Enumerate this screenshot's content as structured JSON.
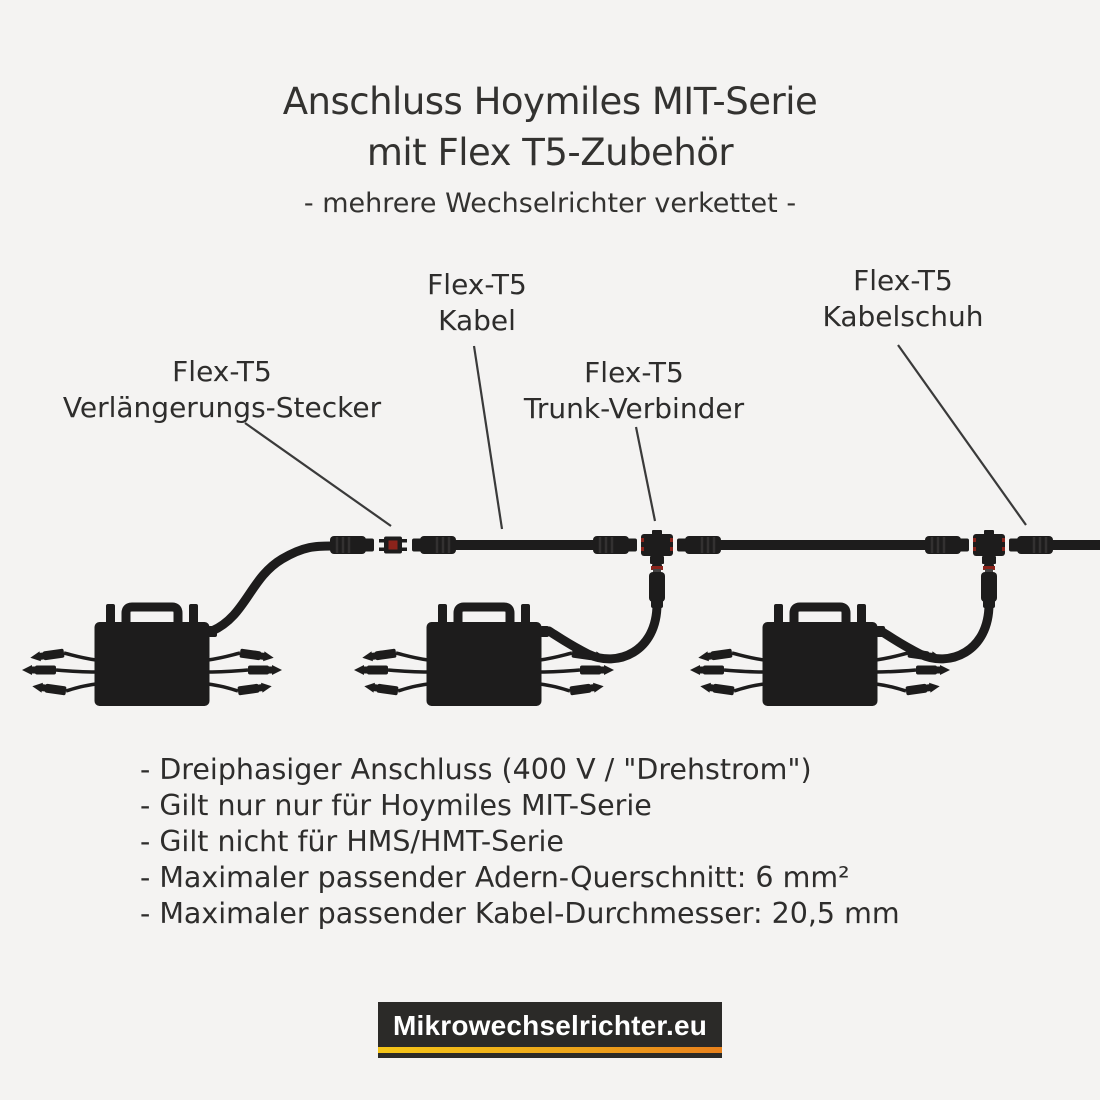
{
  "header": {
    "title_line1": "Anschluss Hoymiles MIT-Serie",
    "title_line2": "mit Flex T5-Zubehör",
    "subtitle": "- mehrere Wechselrichter verkettet -"
  },
  "callouts": {
    "extension_plug": {
      "line1": "Flex-T5",
      "line2": "Verlängerungs-Stecker"
    },
    "cable": {
      "line1": "Flex-T5",
      "line2": "Kabel"
    },
    "trunk_connector": {
      "line1": "Flex-T5",
      "line2": "Trunk-Verbinder"
    },
    "cable_lug": {
      "line1": "Flex-T5",
      "line2": "Kabelschuh"
    }
  },
  "diagram": {
    "microinverter_count": 3,
    "parts": [
      "microinverter",
      "flex-t5-extension-plug",
      "flex-t5-cable",
      "flex-t5-trunk-connector",
      "flex-t5-cable-lug"
    ]
  },
  "notes": {
    "items": [
      "- Dreiphasiger Anschluss (400 V / \"Drehstrom\")",
      "- Gilt nur nur für Hoymiles MIT-Serie",
      "- Gilt nicht für HMS/HMT-Serie",
      "- Maximaler passender Adern-Querschnitt: 6 mm²",
      "- Maximaler passender Kabel-Durchmesser: 20,5 mm"
    ]
  },
  "footer": {
    "logo_text": "Mikrowechselrichter.eu"
  },
  "colors": {
    "background": "#f4f3f2",
    "text": "#2e2d2c",
    "title": "#333230",
    "device": "#1d1c1c",
    "leader_line": "#3a3a3a",
    "connector_accent_red": "#8a231b",
    "logo_background": "#2b2a28",
    "logo_text": "#ffffff",
    "logo_gradient_left": "#f5c518",
    "logo_gradient_right": "#e8811c"
  }
}
